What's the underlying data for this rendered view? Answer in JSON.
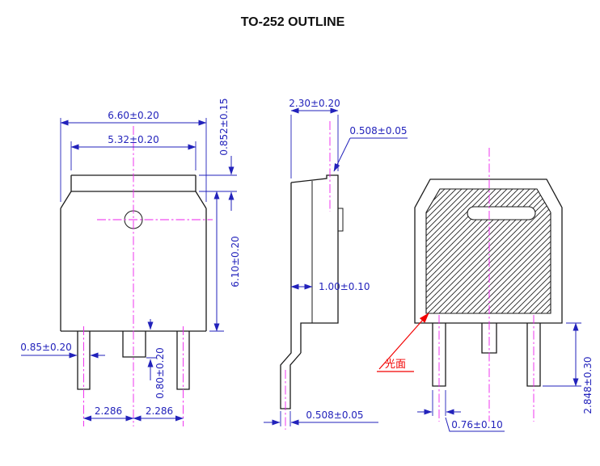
{
  "title": "TO-252 OUTLINE",
  "front_view": {
    "dims": {
      "outer_width": "6.60±0.20",
      "top_width": "5.32±0.20",
      "tab_height": "0.852±0.15",
      "body_height": "6.10±0.20",
      "lead_width": "0.85±0.20",
      "center_stub_length": "0.80±0.20",
      "pitch_left": "2.286",
      "pitch_right": "2.286"
    }
  },
  "side_view": {
    "dims": {
      "overall_thickness": "2.30±0.20",
      "tab_thickness": "0.508±0.05",
      "pad_thickness": "1.00±0.10",
      "lead_thickness": "0.508±0.05"
    }
  },
  "back_view": {
    "shiny_label": "光面",
    "dims": {
      "lead_width": "0.76±0.10",
      "lead_length": "2.848±0.30"
    }
  },
  "colors": {
    "dimension": "#2222bb",
    "centerline": "#ee22ee",
    "outline": "#1a1a1a",
    "highlight": "#f20000",
    "background": "#ffffff"
  }
}
